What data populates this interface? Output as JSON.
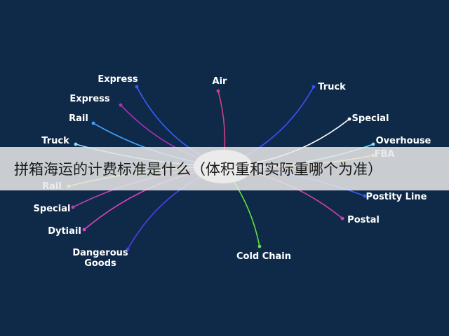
{
  "overlay": {
    "caption": "拼箱海运的计费标准是什么（体积重和实际重哪个为准）"
  },
  "diagram": {
    "background": "#0f2a48",
    "hub_color": "#ffffff",
    "nodes": [
      {
        "id": "express-1",
        "label": [
          "Express"
        ],
        "color": "#3a5cff"
      },
      {
        "id": "express-2",
        "label": [
          "Express"
        ],
        "color": "#b030c0"
      },
      {
        "id": "rail-1",
        "label": [
          "Rail"
        ],
        "color": "#3fa0ff"
      },
      {
        "id": "truck-1",
        "label": [
          "Truck"
        ],
        "color": "#9ad8ff"
      },
      {
        "id": "air",
        "label": [
          "Air"
        ],
        "color": "#d04080"
      },
      {
        "id": "truck-2",
        "label": [
          "Truck"
        ],
        "color": "#3a50ff"
      },
      {
        "id": "special-1",
        "label": [
          "Special"
        ],
        "color": "#ffffff"
      },
      {
        "id": "overhouse",
        "label": [
          "Overhouse"
        ],
        "color": "#7de0ff"
      },
      {
        "id": "fba",
        "label": [
          "FBA"
        ],
        "color": "#ffc040"
      },
      {
        "id": "postity-line",
        "label": [
          "Postity Line"
        ],
        "color": "#3060ff"
      },
      {
        "id": "postal",
        "label": [
          "Postal"
        ],
        "color": "#d040a0"
      },
      {
        "id": "cold-chain",
        "label": [
          "Cold Chain"
        ],
        "color": "#60e040"
      },
      {
        "id": "rail-2",
        "label": [
          "Rail"
        ],
        "color": "#c0e050"
      },
      {
        "id": "special-2",
        "label": [
          "Special"
        ],
        "color": "#c040b0"
      },
      {
        "id": "dytiail",
        "label": [
          "Dytiail"
        ],
        "color": "#e040c0"
      },
      {
        "id": "dangerous-goods",
        "label": [
          "Dangerous",
          "Goods"
        ],
        "color": "#5040e0"
      }
    ]
  }
}
